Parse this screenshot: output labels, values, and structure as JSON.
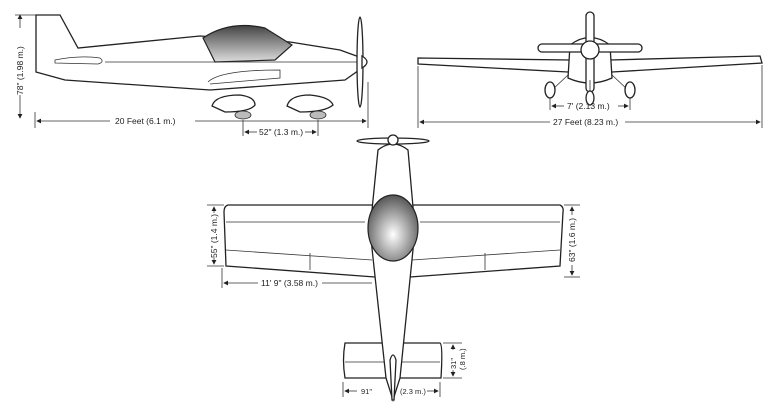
{
  "side_view": {
    "height_label": "78\" (1.98 m.)",
    "length_label": "20 Feet (6.1 m.)",
    "wheelbase_label": "52\" (1.3 m.)"
  },
  "front_view": {
    "track_label": "7' (2.13 m.)",
    "span_label": "27 Feet (8.23 m.)"
  },
  "top_view": {
    "wing_root_chord_label": "55\" (1.4 m.)",
    "wing_chord_label": "63\" (1.6 m.)",
    "half_span_label": "11' 9\" (3.58 m.)",
    "tail_chord_label_1": "31\"",
    "tail_chord_label_2": "(.8 m.)",
    "tail_span_label_1": "91\"",
    "tail_span_label_2": "(2.3 m.)"
  }
}
